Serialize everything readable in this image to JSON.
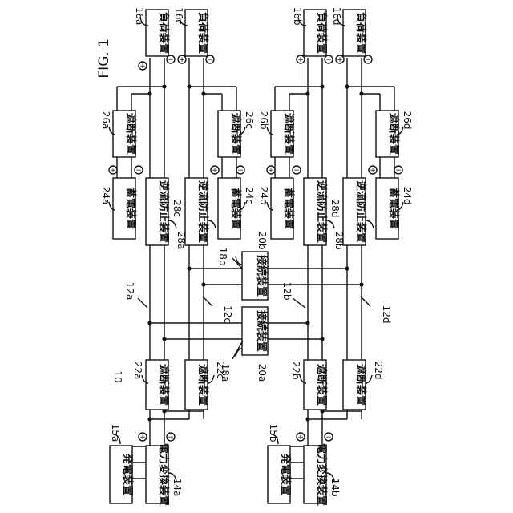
{
  "figure": {
    "title": "FIG. 1"
  },
  "devices": {
    "generator": "発電装置",
    "power_converter": "電力変換装置",
    "breaker": "遮断装置",
    "load": "負荷装置",
    "storage": "蓄電装置",
    "backflow": "逆流防止装置",
    "connector": "接続装置"
  },
  "refs": {
    "system": "10",
    "bus": [
      "12a",
      "12b",
      "12c",
      "12d"
    ],
    "converter": [
      "14a",
      "14b"
    ],
    "generator": [
      "15a",
      "15b"
    ],
    "load": [
      "16a",
      "16b",
      "16c",
      "16d"
    ],
    "connection": [
      "18a",
      "18b"
    ],
    "connector": [
      "20a",
      "20b"
    ],
    "breaker": [
      "22a",
      "22b",
      "22c",
      "22d"
    ],
    "storage": [
      "24a",
      "24b",
      "24c",
      "24d"
    ],
    "storage_breaker": [
      "26a",
      "26b",
      "26c",
      "26d"
    ],
    "backflow": [
      "28a",
      "28b",
      "28c",
      "28d"
    ]
  },
  "polarity": {
    "plus": "+",
    "minus": "−"
  }
}
